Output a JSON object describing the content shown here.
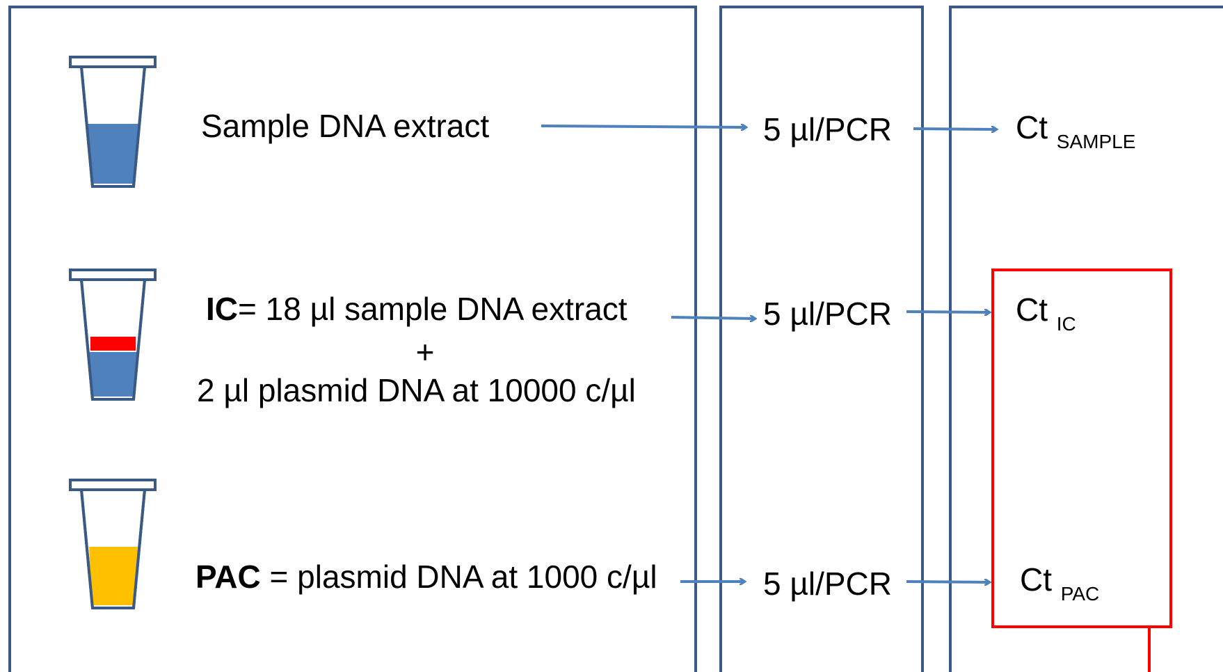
{
  "colors": {
    "panel_border": "#3a5a85",
    "arrow": "#4f81bd",
    "liquid_blue": "#4f81bd",
    "liquid_orange": "#ffc000",
    "plasmid_band": "#ff0000",
    "highlight_box": "#ff0000"
  },
  "tubes": [
    {
      "icon": "tube-icon",
      "contents": "blue"
    },
    {
      "icon": "tube-icon",
      "contents": "blue-with-red-band"
    },
    {
      "icon": "tube-icon",
      "contents": "orange"
    }
  ],
  "rows": {
    "sample": {
      "description": "Sample DNA extract",
      "volume": "5 µl/PCR",
      "result_main": "Ct",
      "result_sub": "SAMPLE"
    },
    "ic": {
      "bold_prefix": "IC",
      "description_line1": "= 18 µl sample DNA extract",
      "plus": "+",
      "description_line2": "2 µl plasmid DNA at 10000 c/µl",
      "volume": "5 µl/PCR",
      "result_main": "Ct",
      "result_sub": "IC"
    },
    "pac": {
      "bold_prefix": "PAC",
      "description": " = plasmid DNA at 1000 c/µl",
      "volume": "5 µl/PCR",
      "result_main": "Ct",
      "result_sub": "PAC"
    }
  }
}
